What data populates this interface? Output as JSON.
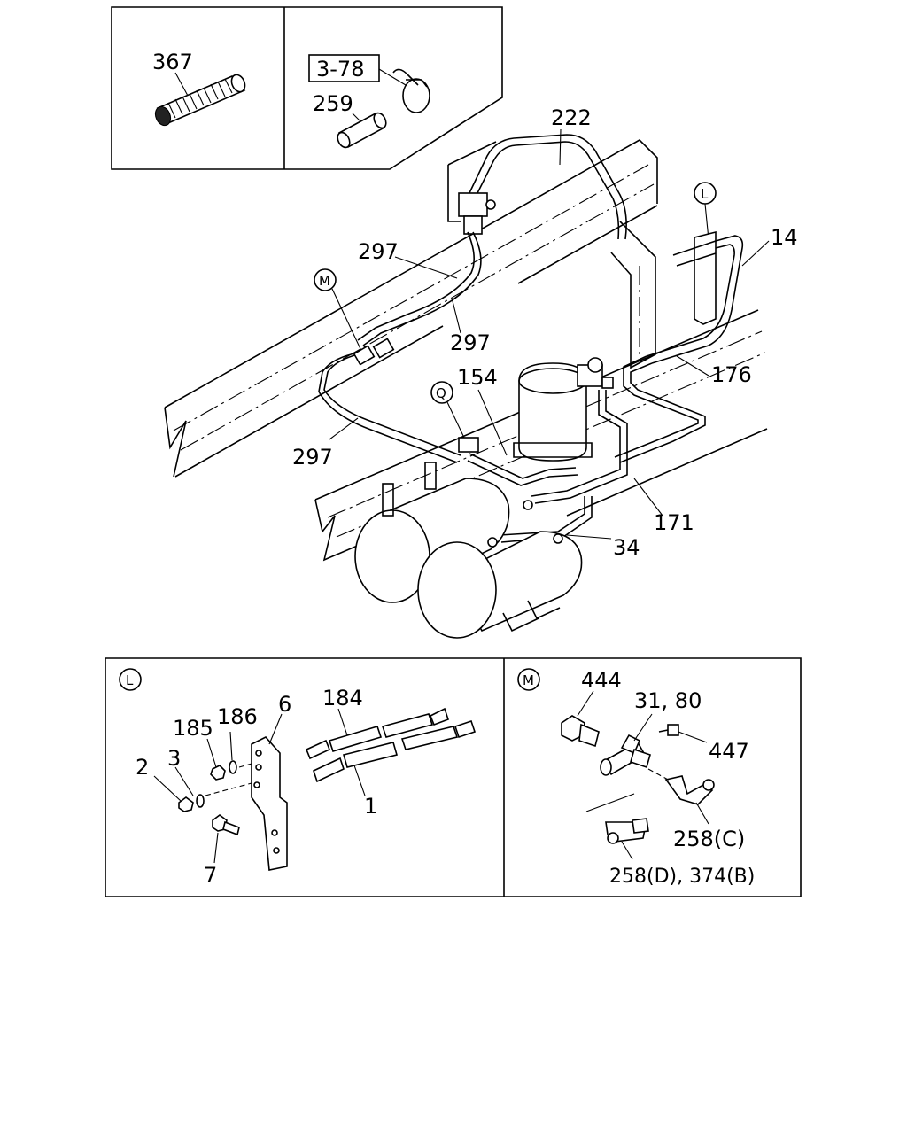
{
  "inset_top": {
    "part_367": "367",
    "ref_box": "3-78",
    "part_259": "259"
  },
  "main": {
    "part_222": "222",
    "ref_L": "L",
    "part_14": "14",
    "part_297_a": "297",
    "ref_M": "M",
    "part_297_b": "297",
    "part_154": "154",
    "part_176": "176",
    "ref_Q": "Q",
    "part_297_c": "297",
    "part_171": "171",
    "part_34": "34"
  },
  "detail_L": {
    "badge": "L",
    "part_184": "184",
    "part_6": "6",
    "part_185": "185",
    "part_186": "186",
    "part_3": "3",
    "part_2": "2",
    "part_1": "1",
    "part_7": "7"
  },
  "detail_M": {
    "badge": "M",
    "part_444": "444",
    "part_31_80": "31, 80",
    "part_447": "447",
    "part_258c": "258(C)",
    "part_258d_374b": "258(D), 374(B)"
  }
}
